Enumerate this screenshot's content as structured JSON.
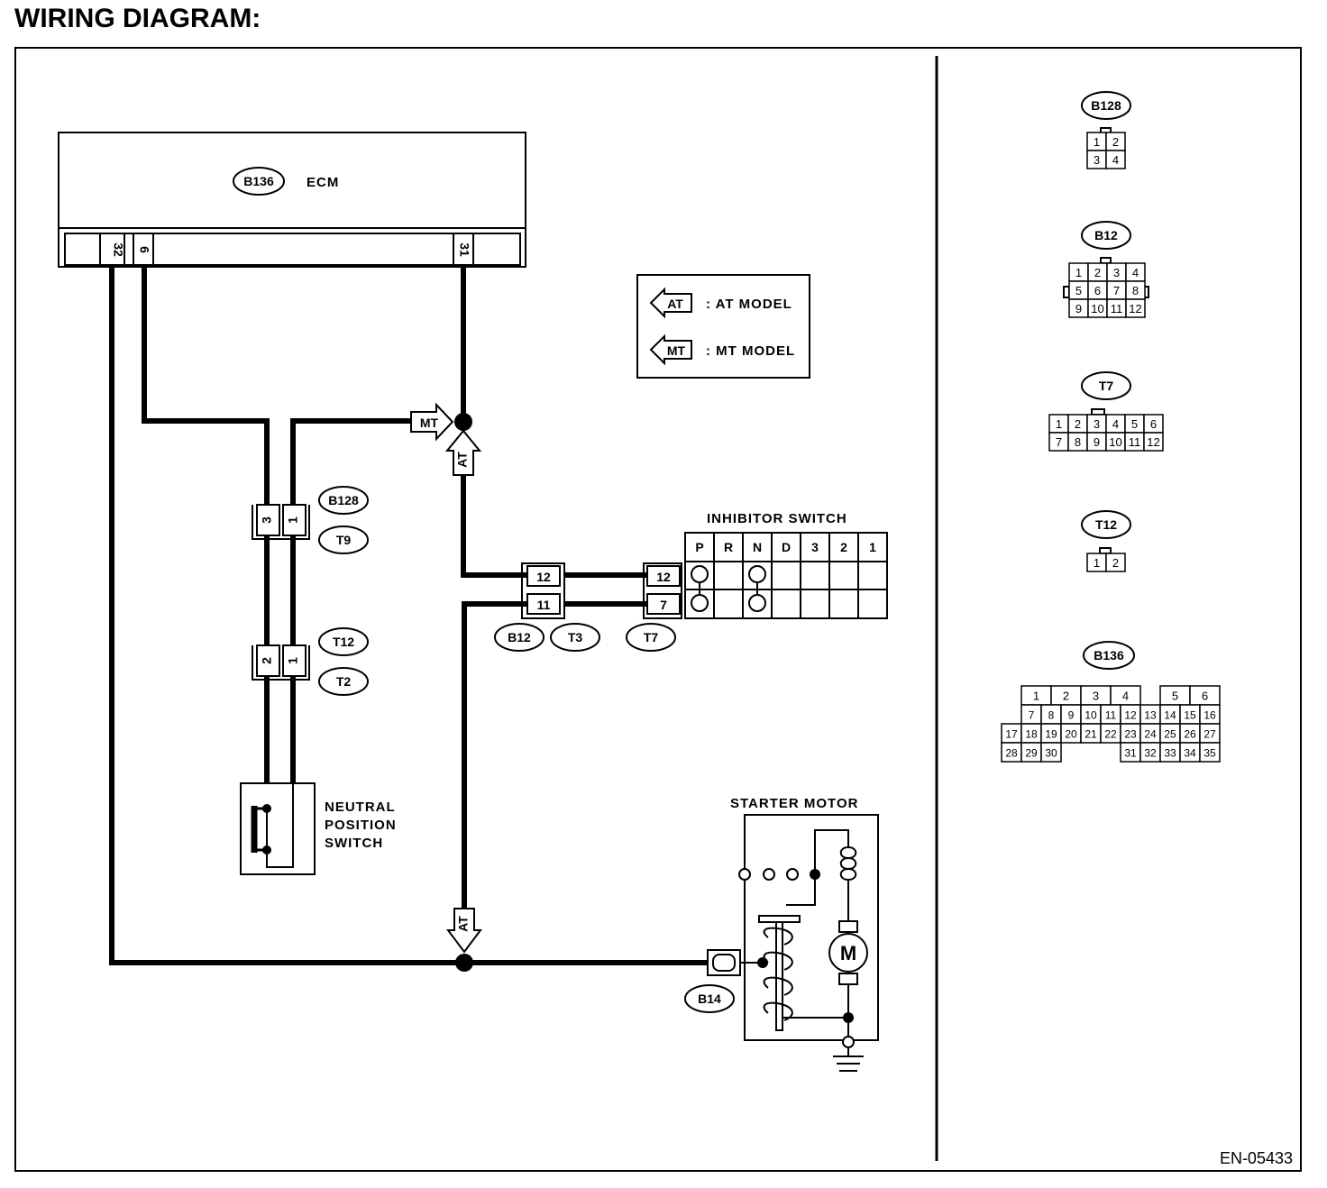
{
  "title": "WIRING DIAGRAM:",
  "figure_id": "EN-05433",
  "ecm": {
    "label": "ECM",
    "connector": "B136",
    "pins": [
      "32",
      "6",
      "31"
    ]
  },
  "legend": {
    "at_tag": "AT",
    "at_text": ": AT MODEL",
    "mt_tag": "MT",
    "mt_text": ": MT MODEL"
  },
  "junction_tags": {
    "mt": "MT",
    "at_upper": "AT",
    "at_lower": "AT"
  },
  "npsw_upper": {
    "connectors": [
      "B128",
      "T9"
    ],
    "pins": [
      "3",
      "1"
    ]
  },
  "npsw_lower": {
    "connectors": [
      "T12",
      "T2"
    ],
    "pins": [
      "2",
      "1"
    ]
  },
  "neutral_switch": {
    "lines": [
      "NEUTRAL",
      "POSITION",
      "SWITCH"
    ]
  },
  "inhibitor": {
    "title": "INHIBITOR SWITCH",
    "positions": [
      "P",
      "R",
      "N",
      "D",
      "3",
      "2",
      "1"
    ],
    "pins": [
      "12",
      "7"
    ],
    "connector": "T7"
  },
  "inline_connector": {
    "pins": [
      "12",
      "11"
    ],
    "labels": [
      "B12",
      "T3"
    ]
  },
  "starter": {
    "title": "STARTER MOTOR",
    "connector": "B14",
    "motor_symbol": "M"
  },
  "connector_views": {
    "b128": {
      "label": "B128",
      "rows": [
        [
          "1",
          "2"
        ],
        [
          "3",
          "4"
        ]
      ]
    },
    "b12": {
      "label": "B12",
      "rows": [
        [
          "1",
          "2",
          "3",
          "4"
        ],
        [
          "5",
          "6",
          "7",
          "8"
        ],
        [
          "9",
          "10",
          "11",
          "12"
        ]
      ]
    },
    "t7": {
      "label": "T7",
      "rows": [
        [
          "1",
          "2",
          "3",
          "4",
          "5",
          "6"
        ],
        [
          "7",
          "8",
          "9",
          "10",
          "11",
          "12"
        ]
      ]
    },
    "t12": {
      "label": "T12",
      "rows": [
        [
          "1",
          "2"
        ]
      ]
    },
    "b136": {
      "label": "B136",
      "rows": [
        [
          "1",
          "2",
          "3",
          "4",
          "",
          "5",
          "6"
        ],
        [
          "7",
          "8",
          "9",
          "10",
          "11",
          "12",
          "13",
          "14",
          "15",
          "16"
        ],
        [
          "17",
          "18",
          "19",
          "20",
          "21",
          "22",
          "23",
          "24",
          "25",
          "26",
          "27"
        ],
        [
          "28",
          "29",
          "30",
          "",
          "",
          "",
          "31",
          "32",
          "33",
          "34",
          "35"
        ]
      ]
    }
  }
}
